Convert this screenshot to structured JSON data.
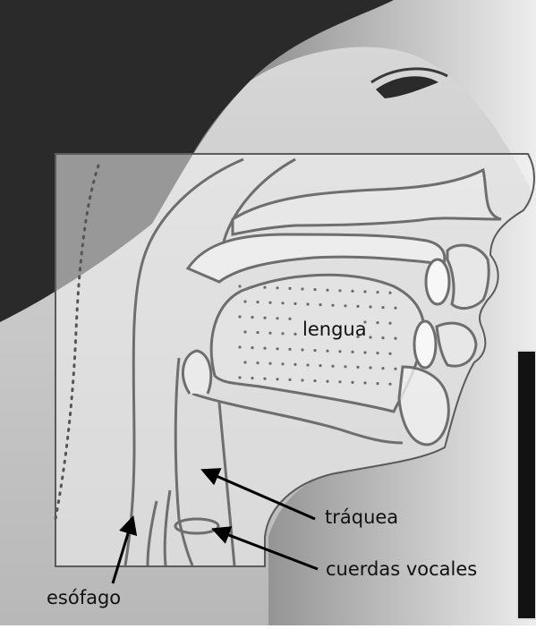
{
  "labels": {
    "tongue": "lengua",
    "trachea": "tráquea",
    "vocal_cords": "cuerdas vocales",
    "esophagus": "esófago"
  },
  "colors": {
    "background_light": "#e8e8e8",
    "background_dark": "#2c2c2c",
    "skin": "#c9c9c9",
    "overlay_panel": "#eeeeee",
    "outline": "#6e6e6e",
    "arrow": "#000000",
    "dots": "#6b6b6b"
  }
}
